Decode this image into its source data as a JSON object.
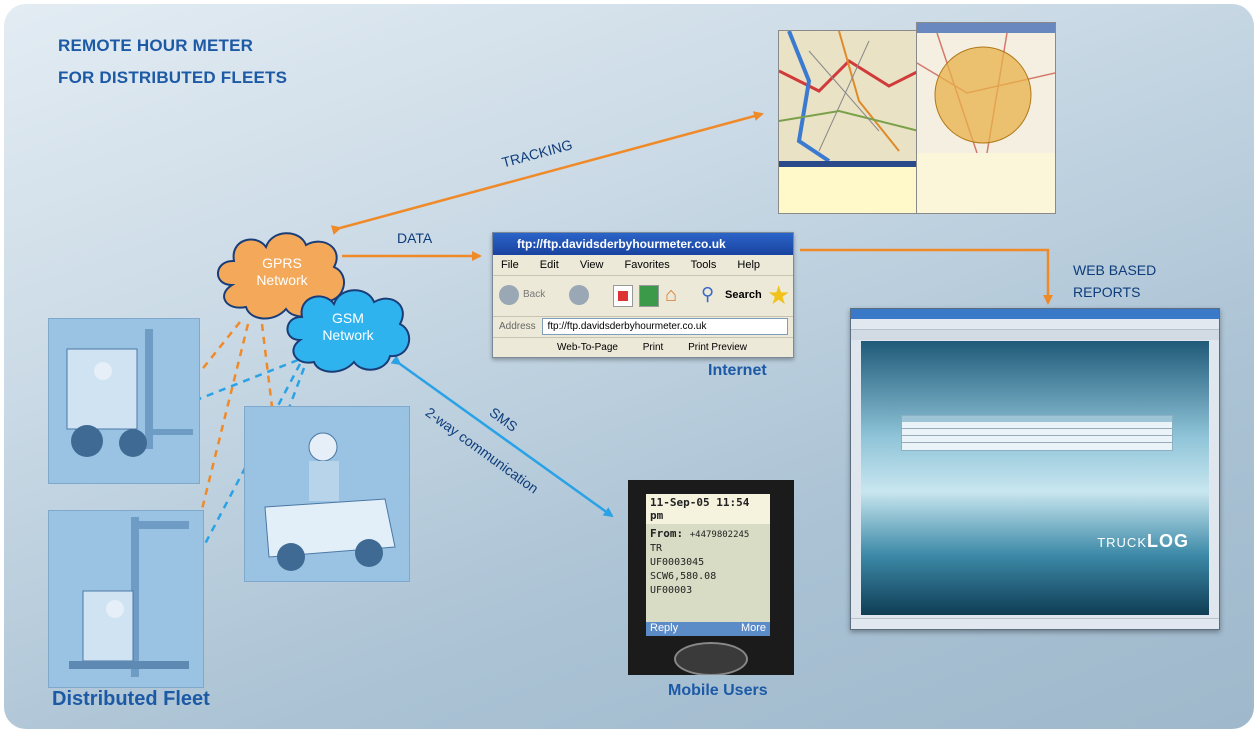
{
  "heading": {
    "line1": "REMOTE HOUR METER",
    "line2": "FOR DISTRIBUTED FLEETS"
  },
  "labels": {
    "tracking": "TRACKING",
    "data": "DATA",
    "web_based_line1": "WEB BASED",
    "web_based_line2": "REPORTS",
    "sms": "SMS",
    "two_way": "2-way communication"
  },
  "clouds": {
    "gprs_line1": "GPRS",
    "gprs_line2": "Network",
    "gsm_line1": "GSM",
    "gsm_line2": "Network"
  },
  "captions": {
    "internet": "Internet",
    "mobile_users": "Mobile Users",
    "distributed_fleet": "Distributed Fleet"
  },
  "browser": {
    "title": "ftp://ftp.davidsderbyhourmeter.co.uk",
    "menu": [
      "File",
      "Edit",
      "View",
      "Favorites",
      "Tools",
      "Help"
    ],
    "back": "Back",
    "search": "Search",
    "address_label": "Address",
    "address": "ftp://ftp.davidsderbyhourmeter.co.uk",
    "links": [
      "Web-To-Page",
      "Print",
      "Print Preview"
    ]
  },
  "phone": {
    "date": "11-Sep-05 11:54 pm",
    "from_label": "From:",
    "from_number": "+4479802245",
    "lines": [
      "TR",
      "UF0003045",
      "SCW6,580.08",
      "UF00003"
    ],
    "reply": "Reply",
    "more": "More"
  },
  "report": {
    "brand_light": "TRUCK",
    "brand_bold": "LOG"
  },
  "colors": {
    "orange": "#f08a28",
    "blue": "#2aa2e6",
    "heading": "#1d5aa6"
  }
}
